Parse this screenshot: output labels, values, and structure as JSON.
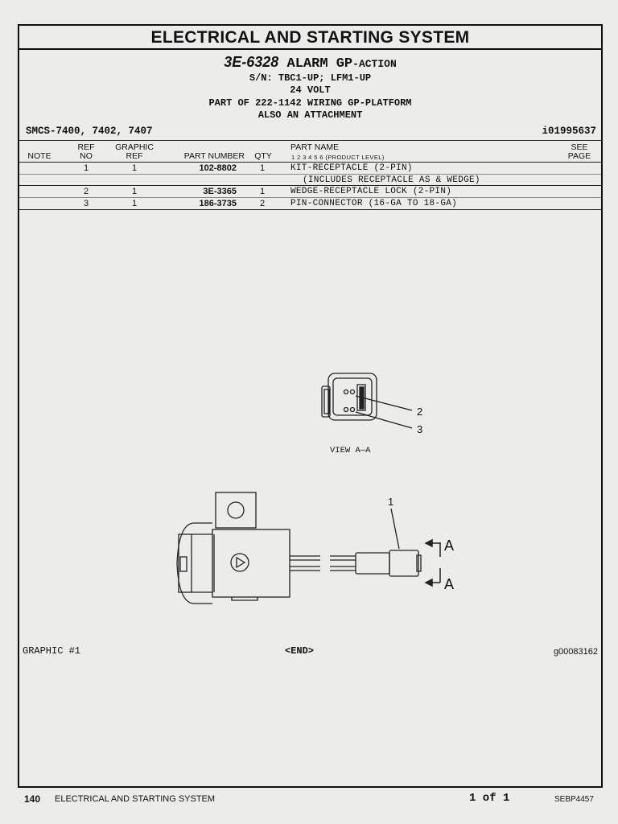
{
  "header": {
    "title": "ELECTRICAL AND STARTING SYSTEM",
    "part_number": "3E-6328",
    "group_name": "ALARM GP",
    "group_suffix": "-ACTION",
    "serial": "S/N: TBC1-UP; LFM1-UP",
    "voltage": "24 VOLT",
    "part_of": "PART OF 222-1142 WIRING GP-PLATFORM",
    "also": "ALSO AN ATTACHMENT",
    "smcs": "SMCS-7400, 7402, 7407",
    "ident": "i01995637"
  },
  "table": {
    "headers": {
      "note": "NOTE",
      "ref_line1": "REF",
      "ref_line2": "NO",
      "graphic_line1": "GRAPHIC",
      "graphic_line2": "REF",
      "part_number": "PART NUMBER",
      "qty": "QTY",
      "part_name": "PART NAME",
      "product_level": "1  2  3  4  5  6  (PRODUCT LEVEL)",
      "see_line1": "SEE",
      "see_line2": "PAGE"
    },
    "rows": [
      {
        "ref": "1",
        "graphic": "1",
        "part": "102-8802",
        "qty": "1",
        "name": "KIT-RECEPTACLE (2-PIN)"
      },
      {
        "ref": "",
        "graphic": "",
        "part": "",
        "qty": "",
        "name": "(INCLUDES RECEPTACLE AS & WEDGE)"
      },
      {
        "ref": "2",
        "graphic": "1",
        "part": "3E-3365",
        "qty": "1",
        "name": "WEDGE-RECEPTACLE LOCK (2-PIN)"
      },
      {
        "ref": "3",
        "graphic": "1",
        "part": "186-3735",
        "qty": "2",
        "name": "PIN-CONNECTOR (16-GA TO 18-GA)"
      }
    ]
  },
  "diagram": {
    "view_label": "VIEW A—A",
    "callout_1": "1",
    "callout_2": "2",
    "callout_3": "3",
    "section_mark": "A"
  },
  "footer": {
    "graphic_label": "GRAPHIC #1",
    "end_label": "<END>",
    "graphic_number": "g00083162",
    "page_number": "140",
    "section_name": "ELECTRICAL AND STARTING SYSTEM",
    "page_count": "1 of 1",
    "document_id": "SEBP4457"
  }
}
